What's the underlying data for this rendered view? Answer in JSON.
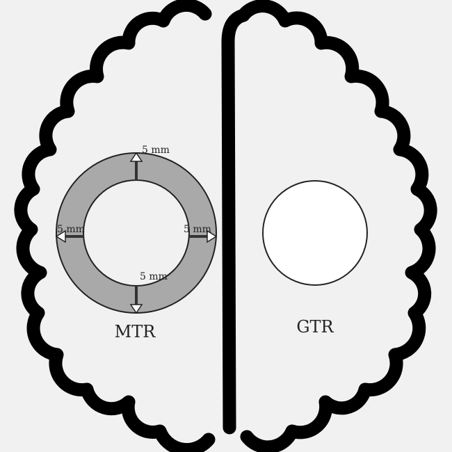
{
  "diagram": {
    "left_region": {
      "label": "MTR",
      "margin_labels": [
        "5 mm",
        "5 mm",
        "5 mm",
        "5 mm"
      ]
    },
    "right_region": {
      "label": "GTR"
    },
    "colors": {
      "outline": "#000000",
      "ring_fill": "#a9a9a9",
      "cavity_fill": "#f1f1f1",
      "gtr_fill": "#ffffff"
    }
  }
}
